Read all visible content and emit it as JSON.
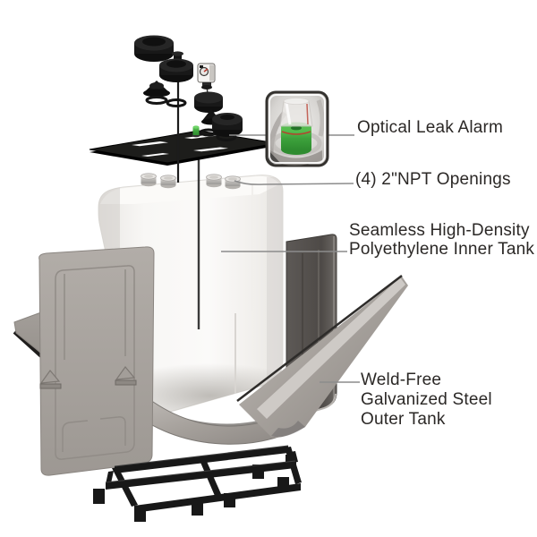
{
  "callouts": {
    "optical_leak_alarm": "Optical Leak Alarm",
    "npt_openings": "(4) 2\"NPT Openings",
    "inner_tank": "Seamless High-Density\nPolyethylene Inner Tank",
    "outer_tank": "Weld-Free\nGalvanized Steel\nOuter Tank"
  },
  "parts": [
    "vent cap",
    "fill cap",
    "level gauge",
    "pipe bushing",
    "gaskets",
    "tank lid",
    "optical leak alarm sensor",
    "leak alarm probe",
    "polyethylene inner tank",
    "npt openings",
    "front end panel",
    "rear end panel",
    "galvanized steel outer wrap",
    "steel base skid",
    "leak alarm inset photo"
  ],
  "colors": {
    "background": "#ffffff",
    "text": "#2b2826",
    "leader_line": "#8c8c8c",
    "black_parts": "#1a1a1a",
    "panel_gray": "#a8a39e",
    "dark_panel": "#57534f",
    "tank_white": "#f7f6f4",
    "sensor_green": "#3fae43",
    "alarm_ring_red": "#c0392b"
  }
}
